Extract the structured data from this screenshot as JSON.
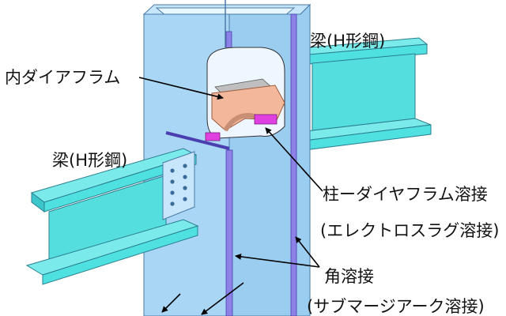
{
  "labels": {
    "beam_right": "梁(H形鋼)",
    "beam_left": "梁(H形鋼)",
    "inner_diaphragm": "内ダイアフラム",
    "column_diaphragm_weld": "柱ーダイヤフラム溶接",
    "electroslag_weld": "(エレクトロスラグ溶接)",
    "corner_weld": "角溶接",
    "submerged_arc_weld": "(サブマージアーク溶接)"
  },
  "colors": {
    "steel": "#a9d6f5",
    "beam": "#4fe0e0",
    "weld": "#8c82e6",
    "diaphragm": "#f3b89c",
    "weld_highlight": "#e040e0"
  }
}
